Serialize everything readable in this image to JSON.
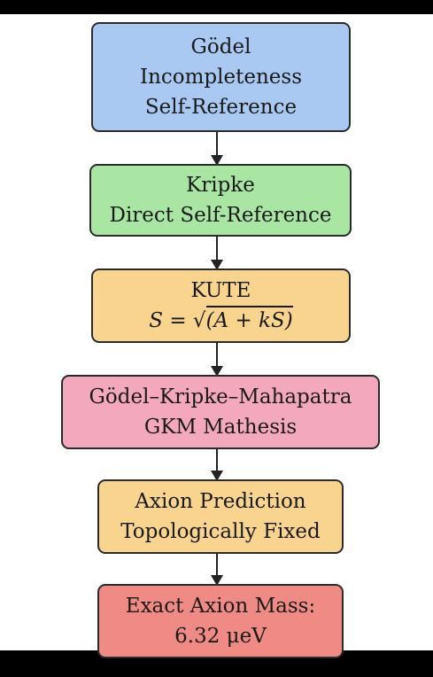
{
  "diagram": {
    "nodes": [
      {
        "id": "godel",
        "lines": [
          "Gödel",
          "Incompleteness",
          "Self-Reference"
        ],
        "color": "#a9c8f2"
      },
      {
        "id": "kripke",
        "lines": [
          "Kripke",
          "Direct Self-Reference"
        ],
        "color": "#a9e6a4"
      },
      {
        "id": "kute",
        "lines": [
          "KUTE"
        ],
        "formula": {
          "lhs": "S = ",
          "sqrt": "√",
          "radicand": "(A + kS)"
        },
        "color": "#f9d48f"
      },
      {
        "id": "gkm",
        "lines": [
          "Gödel–Kripke–Mahapatra",
          "GKM Mathesis"
        ],
        "color": "#f3a8bd"
      },
      {
        "id": "axion",
        "lines": [
          "Axion Prediction",
          "Topologically Fixed"
        ],
        "color": "#f9d48f"
      },
      {
        "id": "mass",
        "lines": [
          "Exact Axion Mass:",
          "6.32 μeV"
        ],
        "color": "#ef8a84"
      }
    ],
    "edges": [
      {
        "from": "godel",
        "to": "kripke"
      },
      {
        "from": "kripke",
        "to": "kute"
      },
      {
        "from": "kute",
        "to": "gkm"
      },
      {
        "from": "gkm",
        "to": "axion"
      },
      {
        "from": "axion",
        "to": "mass"
      }
    ]
  }
}
